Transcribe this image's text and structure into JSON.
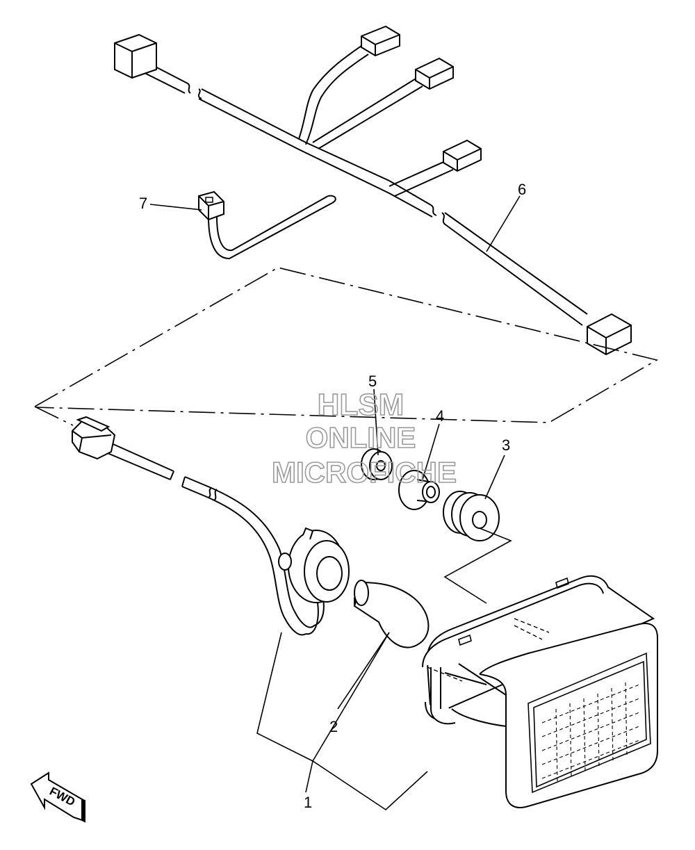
{
  "parts": [
    {
      "number": "1"
    },
    {
      "number": "2"
    },
    {
      "number": "3"
    },
    {
      "number": "4"
    },
    {
      "number": "5"
    },
    {
      "number": "6"
    },
    {
      "number": "7"
    }
  ],
  "watermark": {
    "line1": "HLSM",
    "line2": "ONLINE",
    "line3": "MICROFICHE"
  },
  "direction_badge": {
    "label": "FWD"
  }
}
